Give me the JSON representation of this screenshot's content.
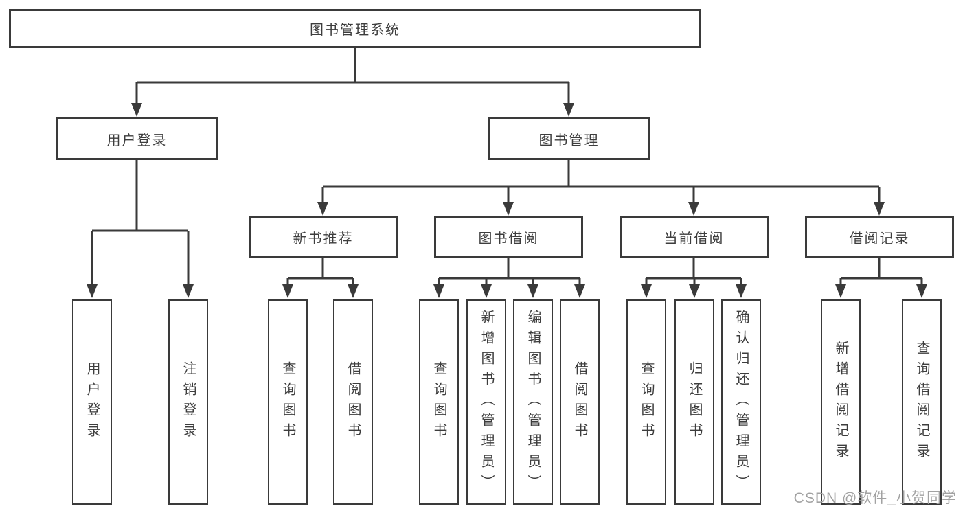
{
  "title": {
    "label": "图书管理系统"
  },
  "branches": {
    "user_login": {
      "label": "用户登录",
      "children": [
        {
          "label": "用户登录"
        },
        {
          "label": "注销登录"
        }
      ]
    },
    "book_mgmt": {
      "label": "图书管理",
      "sections": [
        {
          "label": "新书推荐",
          "children": [
            {
              "label": "查询图书"
            },
            {
              "label": "借阅图书"
            }
          ]
        },
        {
          "label": "图书借阅",
          "children": [
            {
              "label": "查询图书"
            },
            {
              "label": "新增图书（管理员）"
            },
            {
              "label": "编辑图书（管理员）"
            },
            {
              "label": "借阅图书"
            }
          ]
        },
        {
          "label": "当前借阅",
          "children": [
            {
              "label": "查询图书"
            },
            {
              "label": "归还图书"
            },
            {
              "label": "确认归还（管理员）"
            }
          ]
        },
        {
          "label": "借阅记录",
          "children": [
            {
              "label": "新增借阅记录"
            },
            {
              "label": "查询借阅记录"
            }
          ]
        }
      ]
    }
  },
  "watermark": {
    "text": "CSDN @软件_小贺同学"
  },
  "colors": {
    "line": "#3a3a3a",
    "text": "#3d3d3d",
    "watermark": "#a2a2a2",
    "background": "#ffffff"
  }
}
